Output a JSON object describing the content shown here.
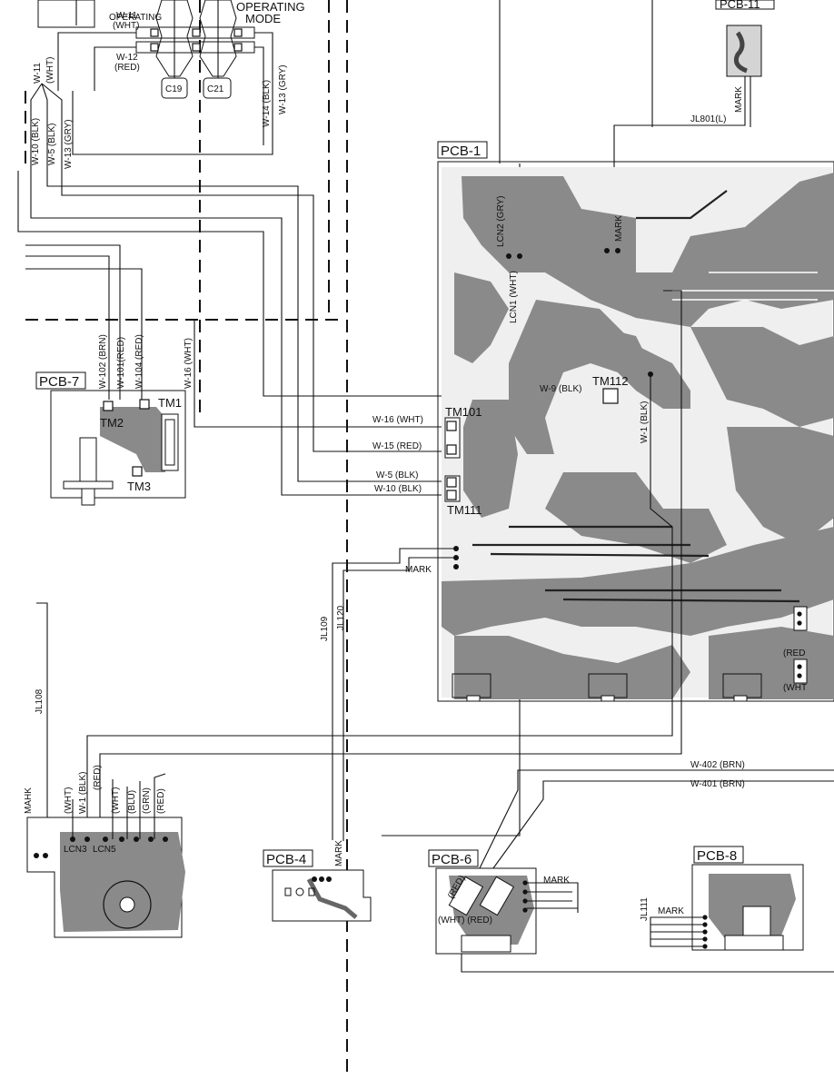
{
  "pcb_labels": {
    "pcb1": "PCB-1",
    "pcb4": "PCB-4",
    "pcb6": "PCB-6",
    "pcb7": "PCB-7",
    "pcb8": "PCB-8",
    "pcb11": "PCB-11"
  },
  "header": {
    "operating_1": "OPERATING",
    "operating_2": "MODE",
    "c19": "C19",
    "c21": "C21"
  },
  "wires_top": {
    "w11": "W-11",
    "w11_color": "(WHT)",
    "w12": "W-12",
    "w12_color": "(RED)",
    "w11_v": "W-11",
    "w11_v_color": "(WHT)",
    "w10_blk": "W-10 (BLK)",
    "w5_blk": "W-5 (BLK)",
    "w13_gry": "W-13 (GRY)",
    "w14_blk": "W-14 (BLK)",
    "w13_gry_b": "W-13 (GRY)"
  },
  "pcb7": {
    "w102": "W-102 (BRN)",
    "w101": "W-101(RED)",
    "w104": "W-104 (RED)",
    "w16": "W-16 (WHT)",
    "tm1": "TM1",
    "tm2": "TM2",
    "tm3": "TM3"
  },
  "pcb1_wires": {
    "w16_wht": "W-16 (WHT)",
    "w15_red": "W-15 (RED)",
    "w5_blk": "W-5 (BLK)",
    "w10_blk": "W-10 (BLK)",
    "tm101": "TM101",
    "tm111": "TM111",
    "tm112": "TM112",
    "w9_blk": "W-9 (BLK)",
    "w1_blk": "W-1 (BLK)",
    "lcn2": "LCN2 (GRY)",
    "lcn1": "LCN1 (WHT)",
    "mark_a": "MARK",
    "mark_b": "MARK",
    "jl801": "JL801(L)",
    "mark_pcb11": "MARK",
    "red_r": "(RED",
    "wht_r": "(WHT"
  },
  "jumpers": {
    "jl109": "JL109",
    "jl120": "JL120",
    "jl108": "JL108",
    "jl111": "JL111"
  },
  "bottom": {
    "mahk": "MAHK",
    "wht": "(WHT)",
    "w1_blk": "W-1 (BLK)",
    "red": "(RED)",
    "wht2": "(WHT)",
    "blu": "(BLU)",
    "grn": "(GRN)",
    "red2": "(RED)",
    "lcn3": "LCN3",
    "lcn5": "LCN5",
    "mark_pcb4": "MARK",
    "w402": "W-402 (BRN)",
    "w401": "W-401 (BRN)",
    "mark_pcb6": "MARK",
    "mark_pcb8": "MARK",
    "red_pcb6": "(RED)",
    "wht_pcb6": "(WHT)",
    "wht_red_pcb6": "(WHT) (RED)"
  }
}
